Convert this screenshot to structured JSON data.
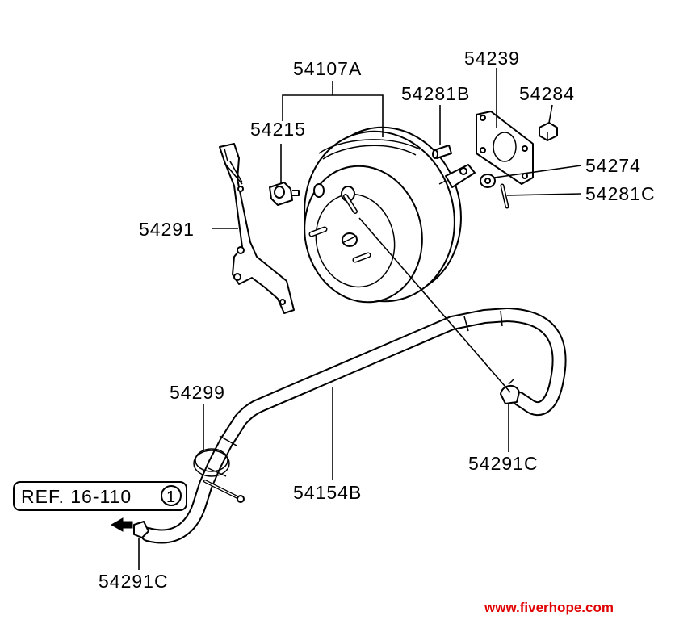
{
  "parts": {
    "booster": "54107A",
    "vacuum_hose": "54154B",
    "check_valve_nut": "54215",
    "gasket_top": "54239",
    "clevis_pin": "54281B",
    "nut": "54284",
    "washer": "54274",
    "cotter_pin": "54281C",
    "bracket": "54291",
    "hose_clip_right": "54291C",
    "hose_clip_left": "54291C",
    "hose_clamp": "54299"
  },
  "reference": {
    "text": "REF. 16-110",
    "circle_number": "1"
  },
  "watermark": {
    "text": "www.fiverhope.com",
    "color": "#e00000"
  }
}
